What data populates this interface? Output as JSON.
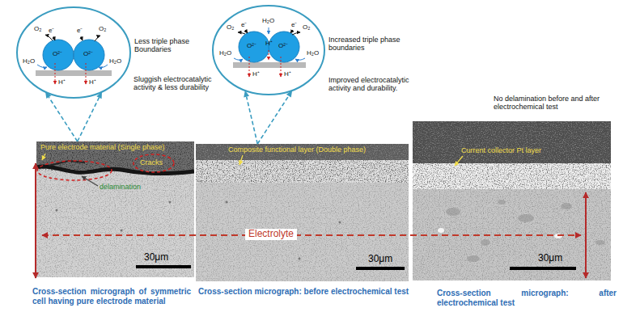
{
  "diagram": {
    "nodes": [
      {
        "text": [
          "O₂",
          "e⁻",
          "e⁻",
          "O₂",
          "H₂O",
          "O²⁻",
          "O²⁻",
          "H₂O",
          "H⁺",
          "H⁺"
        ]
      },
      {
        "text": [
          "O₂",
          "e⁻",
          "H₂O",
          "e⁻",
          "O₂",
          "H₂O",
          "O²⁻",
          "H⁺",
          "O²⁻",
          "H₂O",
          "H⁺",
          "H⁺"
        ]
      },
      {
        "text": [
          "Pure electrode material (Single phase)",
          "Cracks",
          "delamination",
          "30μm"
        ]
      },
      {
        "text": [
          "Composite functional layer (Double phase)",
          "30μm"
        ]
      },
      {
        "text": [
          "Current collector Pt layer",
          "30μm"
        ]
      }
    ],
    "edges": [
      {
        "from": 2,
        "to": 0,
        "arrow": "to"
      },
      {
        "from": 3,
        "to": 1,
        "arrow": "to"
      }
    ],
    "labels": [
      "Less triple phase Boundaries",
      "Sluggish electrocatalytic activity & less durability",
      "Increased triple phase boundaries",
      "Improved electrocatalytic activity and durability.",
      "No delamination before and after electrochemical test",
      "Electrolyte",
      "Cross-section micrograph of symmetric cell having pure electrode material",
      "Cross-section micrograph: before electrochemical test",
      "Cross-section micrograph: after electrochemical test"
    ]
  }
}
